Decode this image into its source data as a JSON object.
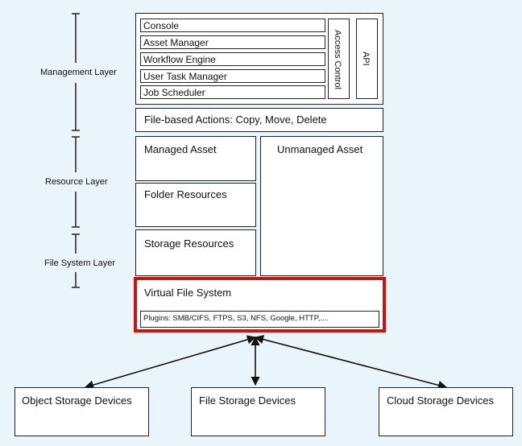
{
  "layers": {
    "management": "Management Layer",
    "resource": "Resource Layer",
    "filesystem": "File System Layer"
  },
  "management": {
    "items": [
      "Console",
      "Asset Manager",
      "Workflow Engine",
      "User Task Manager",
      "Job Scheduler"
    ],
    "access_control": "Access Control",
    "api": "API"
  },
  "file_actions": "File-based Actions: Copy, Move, Delete",
  "resources": {
    "managed_asset": "Managed Asset",
    "unmanaged_asset": "Unmanaged Asset",
    "folder_resources": "Folder Resources",
    "storage_resources": "Storage Resources"
  },
  "vfs": {
    "title": "Virtual File System",
    "plugins": "Plugins: SMB/CIFS, FTPS, S3, NFS, Google, HTTP,...."
  },
  "devices": {
    "object": "Object Storage Devices",
    "file": "File Storage Devices",
    "cloud": "Cloud Storage Devices"
  },
  "colors": {
    "highlight": "#cc1111",
    "background": "#eaf4fb"
  }
}
